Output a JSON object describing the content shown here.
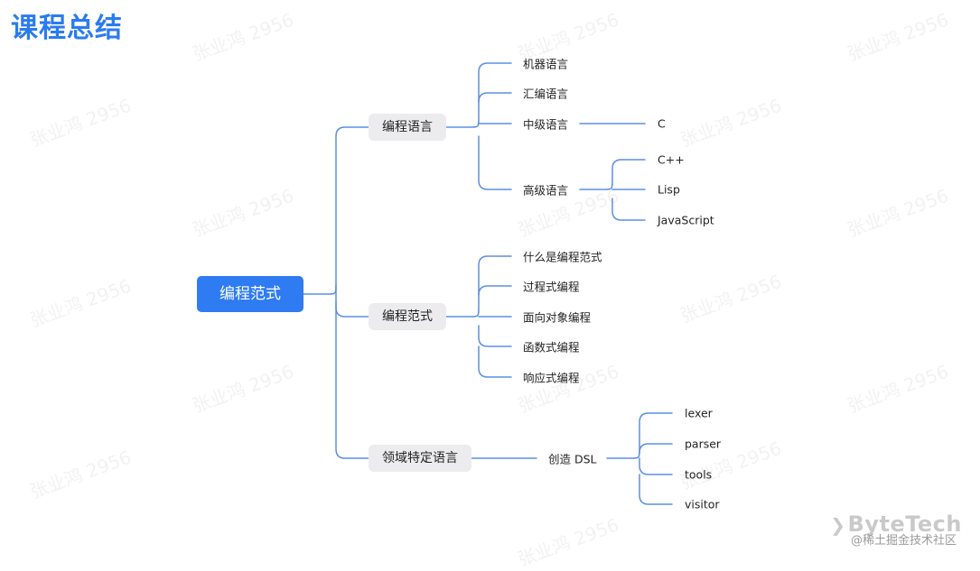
{
  "title": "课程总结",
  "root": "编程范式",
  "branches": [
    {
      "label": "编程语言",
      "children": [
        {
          "label": "机器语言"
        },
        {
          "label": "汇编语言"
        },
        {
          "label": "中级语言",
          "children": [
            "C"
          ]
        },
        {
          "label": "高级语言",
          "children": [
            "C++",
            "Lisp",
            "JavaScript"
          ]
        }
      ]
    },
    {
      "label": "编程范式",
      "children": [
        {
          "label": "什么是编程范式"
        },
        {
          "label": "过程式编程"
        },
        {
          "label": "面向对象编程"
        },
        {
          "label": "函数式编程"
        },
        {
          "label": "响应式编程"
        }
      ]
    },
    {
      "label": "领域特定语言",
      "children": [
        {
          "label": "创造 DSL",
          "children": [
            "lexer",
            "parser",
            "tools",
            "visitor"
          ]
        }
      ]
    }
  ],
  "watermark": "张业鸿 2956",
  "brand": "ByteTech",
  "community": "@稀土掘金技术社区",
  "colors": {
    "accent": "#2f7bf2",
    "title": "#2b7bf0",
    "connector": "#5b8fe6",
    "node_bg": "#ececef"
  }
}
